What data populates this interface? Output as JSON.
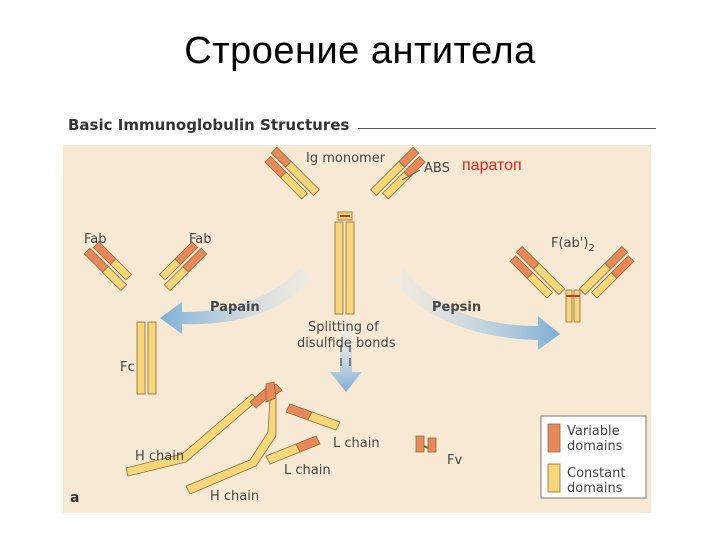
{
  "slide": {
    "title": "Строение антитела"
  },
  "figure": {
    "header": "Basic Immunoglobulin Structures",
    "labels": {
      "monomer": "Ig monomer",
      "abs": "ABS",
      "paratope": "паратоп",
      "fab_left": "Fab",
      "fab_right": "Fab",
      "fab2": "F(ab')",
      "fab2_sub": "2",
      "papain": "Papain",
      "pepsin": "Pepsin",
      "splitting_1": "Splitting of",
      "splitting_2": "disulfide bonds",
      "fc": "Fc",
      "h_chain_1": "H chain",
      "h_chain_2": "H chain",
      "l_chain_1": "L chain",
      "l_chain_2": "L chain",
      "fv": "Fv",
      "panel_letter": "a"
    },
    "legend": {
      "variable_1": "Variable",
      "variable_2": "domains",
      "constant_1": "Constant",
      "constant_2": "domains"
    },
    "colors": {
      "variable": "#e8895a",
      "constant": "#f7d77a",
      "panel_bg": "#f8e9d4",
      "arrow": "#7fb3d9",
      "paratope_text": "#e8201a",
      "disulfide": "#c0392b"
    }
  }
}
